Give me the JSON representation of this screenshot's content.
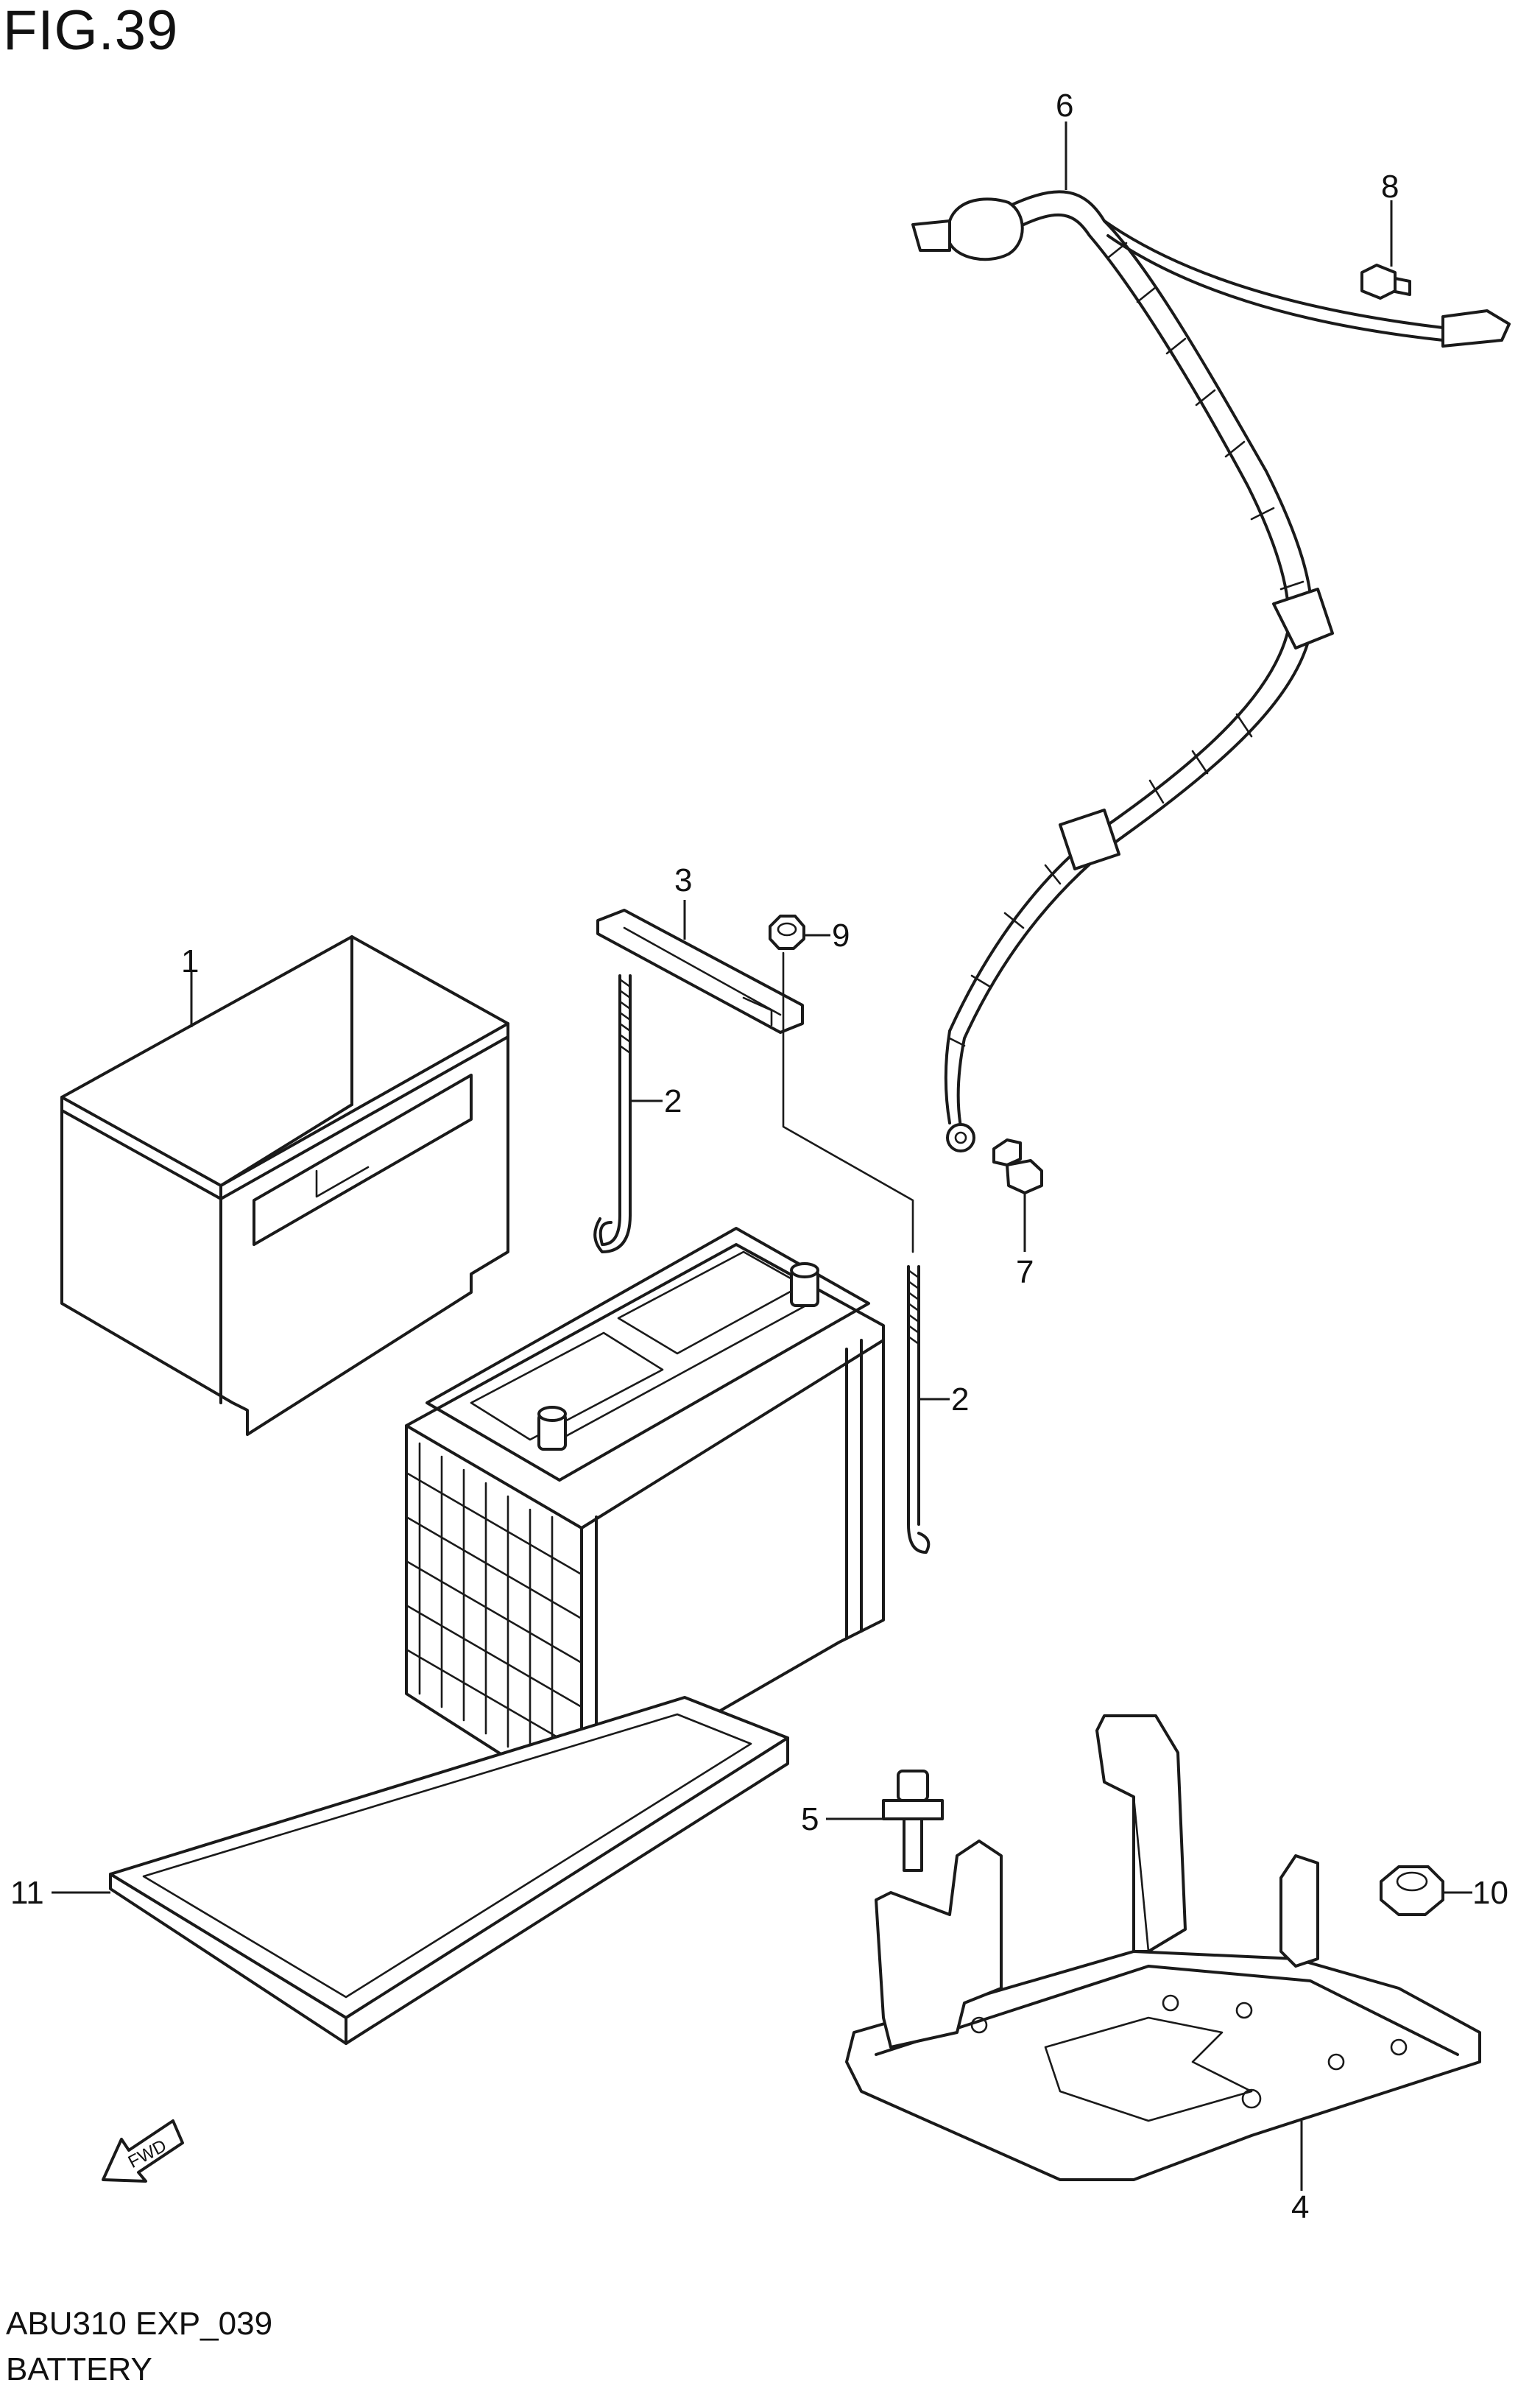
{
  "header": {
    "figure_title": "FIG.39"
  },
  "footer": {
    "model_code": "ABU310 EXP_039",
    "section_name": "BATTERY"
  },
  "fwd_arrow": {
    "label": "FWD"
  },
  "callouts": [
    {
      "id": "1",
      "label": "1"
    },
    {
      "id": "2a",
      "label": "2"
    },
    {
      "id": "2b",
      "label": "2"
    },
    {
      "id": "3",
      "label": "3"
    },
    {
      "id": "4",
      "label": "4"
    },
    {
      "id": "5",
      "label": "5"
    },
    {
      "id": "6",
      "label": "6"
    },
    {
      "id": "7",
      "label": "7"
    },
    {
      "id": "8",
      "label": "8"
    },
    {
      "id": "9",
      "label": "9"
    },
    {
      "id": "10",
      "label": "10"
    },
    {
      "id": "11",
      "label": "11"
    }
  ]
}
